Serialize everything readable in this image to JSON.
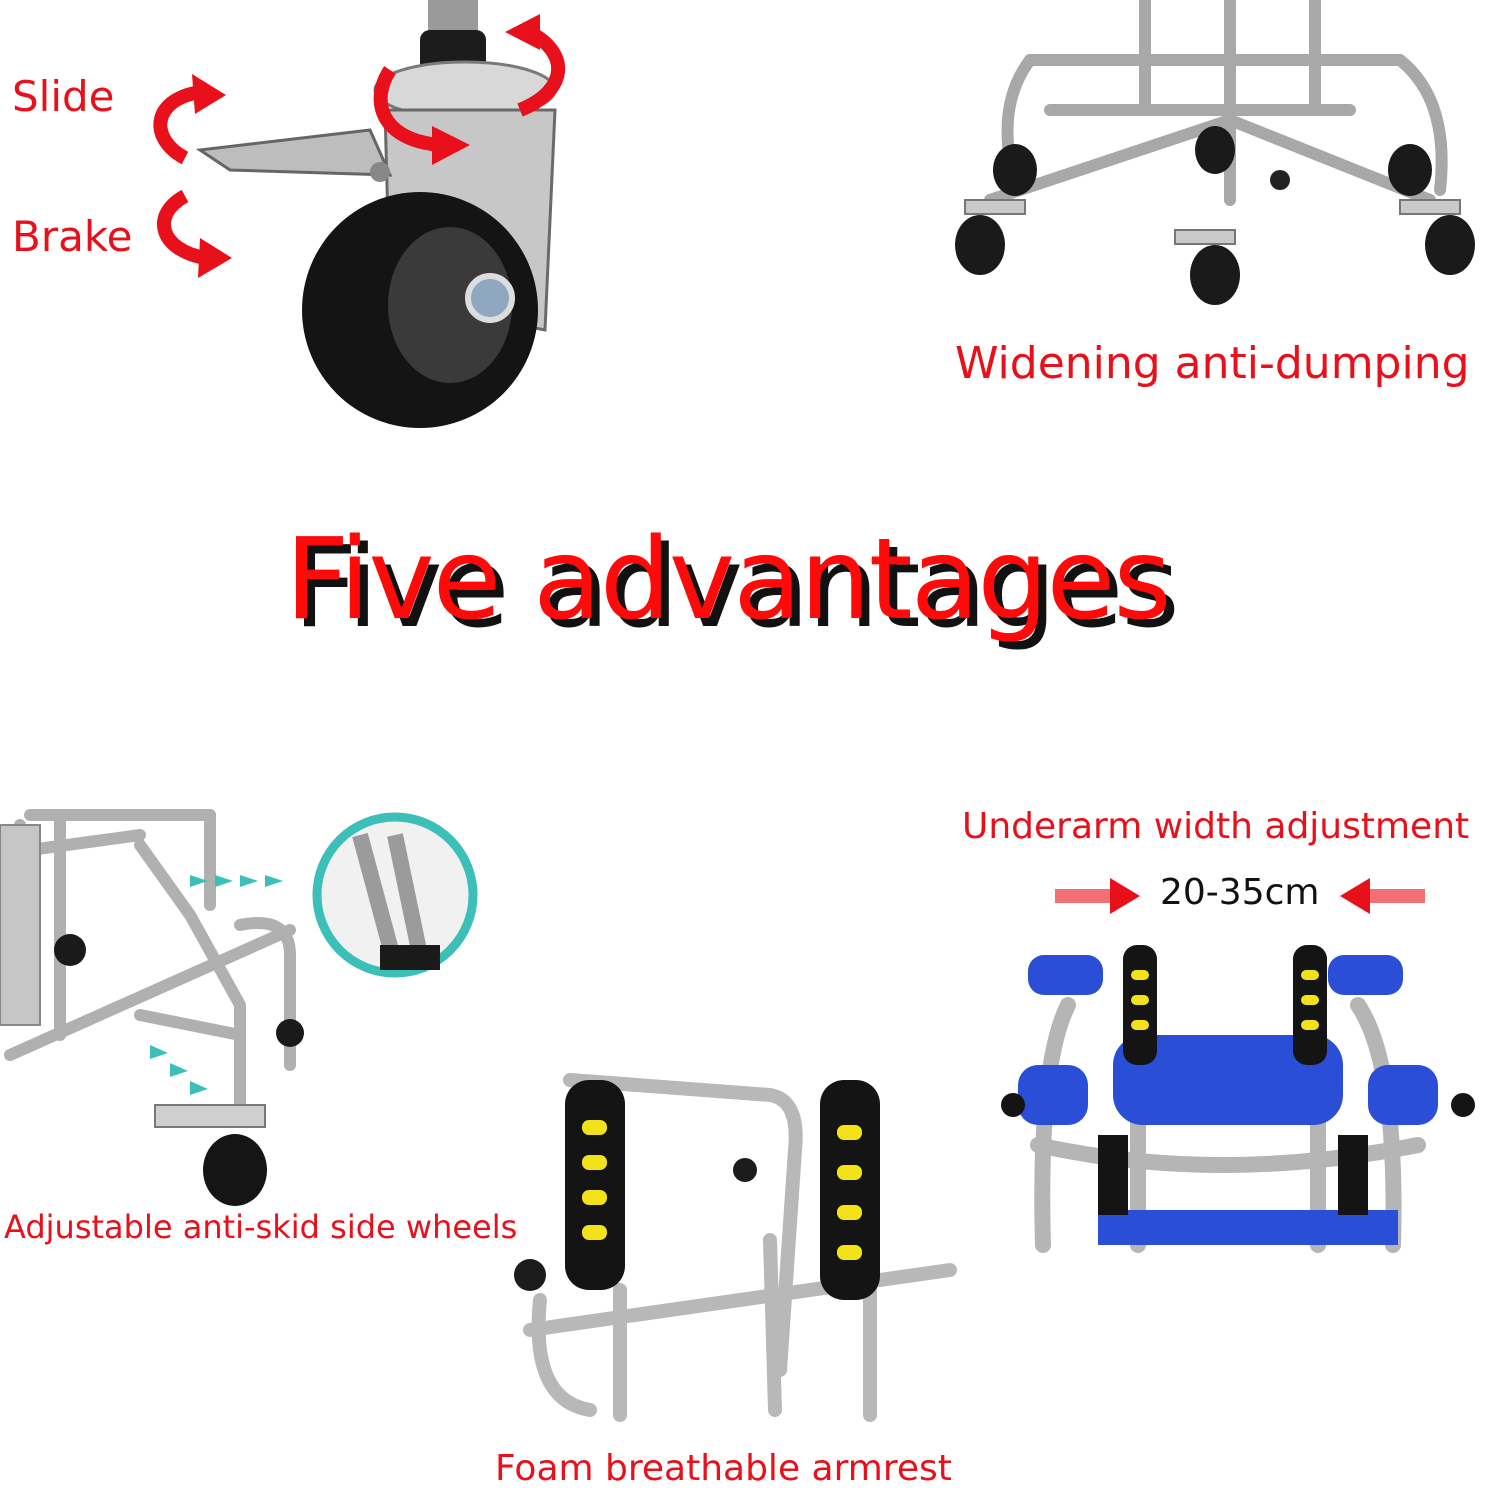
{
  "headline": "Five advantages",
  "panels": {
    "caster": {
      "slide_label": "Slide",
      "brake_label": "Brake"
    },
    "base": {
      "caption": "Widening anti-dumping"
    },
    "side_wheels": {
      "caption": "Adjustable anti-skid side wheels"
    },
    "armrest": {
      "caption": "Foam breathable armrest"
    },
    "underarm": {
      "title": "Underarm width adjustment",
      "range": "20-35cm"
    }
  },
  "colors": {
    "label_red": "#e8101a",
    "headline_red": "#ff0a0a",
    "headline_shadow": "#111111",
    "teal_accent": "#3bbfb8",
    "pad_blue": "#2a4fd6",
    "grip_yellow": "#f2e21a"
  }
}
